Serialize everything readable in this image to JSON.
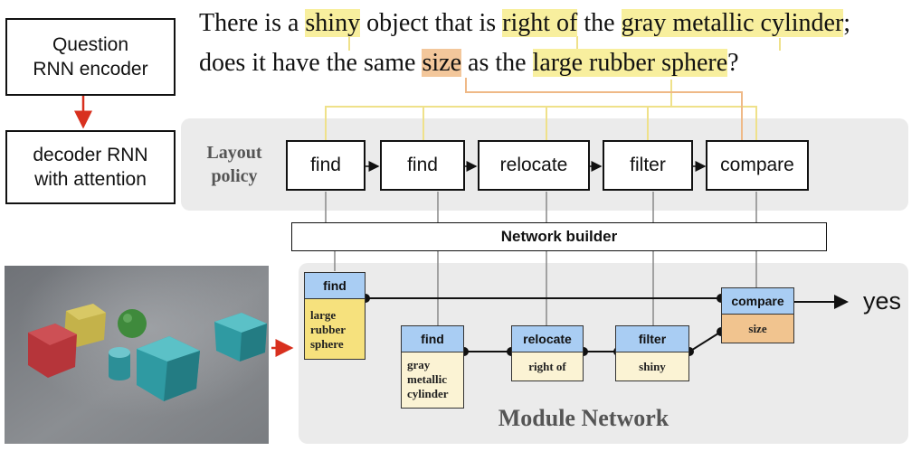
{
  "encoder": {
    "label_line1": "Question",
    "label_line2": "RNN encoder"
  },
  "decoder": {
    "label_line1": "decoder RNN",
    "label_line2": "with attention"
  },
  "question": {
    "line1": [
      {
        "text": "There is a ",
        "hl": ""
      },
      {
        "text": "shiny",
        "hl": "yellow"
      },
      {
        "text": " object that is ",
        "hl": ""
      },
      {
        "text": "right of",
        "hl": "yellow"
      },
      {
        "text": " the ",
        "hl": ""
      },
      {
        "text": "gray metallic cylinder",
        "hl": "yellow"
      },
      {
        "text": ";",
        "hl": ""
      }
    ],
    "line2": [
      {
        "text": "does it have the same ",
        "hl": ""
      },
      {
        "text": "size",
        "hl": "orange"
      },
      {
        "text": " as the ",
        "hl": ""
      },
      {
        "text": "large rubber sphere",
        "hl": "yellow"
      },
      {
        "text": "?",
        "hl": ""
      }
    ]
  },
  "layout_policy": {
    "label_line1": "Layout",
    "label_line2": "policy",
    "steps": [
      "find",
      "find",
      "relocate",
      "filter",
      "compare"
    ]
  },
  "network_builder": {
    "label": "Network builder"
  },
  "module_network": {
    "title": "Module Network",
    "modules": [
      {
        "name": "find",
        "arg": [
          "large",
          "rubber",
          "sphere"
        ]
      },
      {
        "name": "find",
        "arg": [
          "gray",
          "metallic",
          "cylinder"
        ]
      },
      {
        "name": "relocate",
        "arg": [
          "right of"
        ]
      },
      {
        "name": "filter",
        "arg": [
          "shiny"
        ]
      },
      {
        "name": "compare",
        "arg": [
          "size"
        ]
      }
    ],
    "answer": "yes"
  },
  "colors": {
    "highlight_yellow": "#f8ef9e",
    "highlight_orange": "#f3c79b",
    "module_head": "#a9cdf3",
    "arrow_red": "#d8301e",
    "panel_gray": "#ebebeb"
  }
}
